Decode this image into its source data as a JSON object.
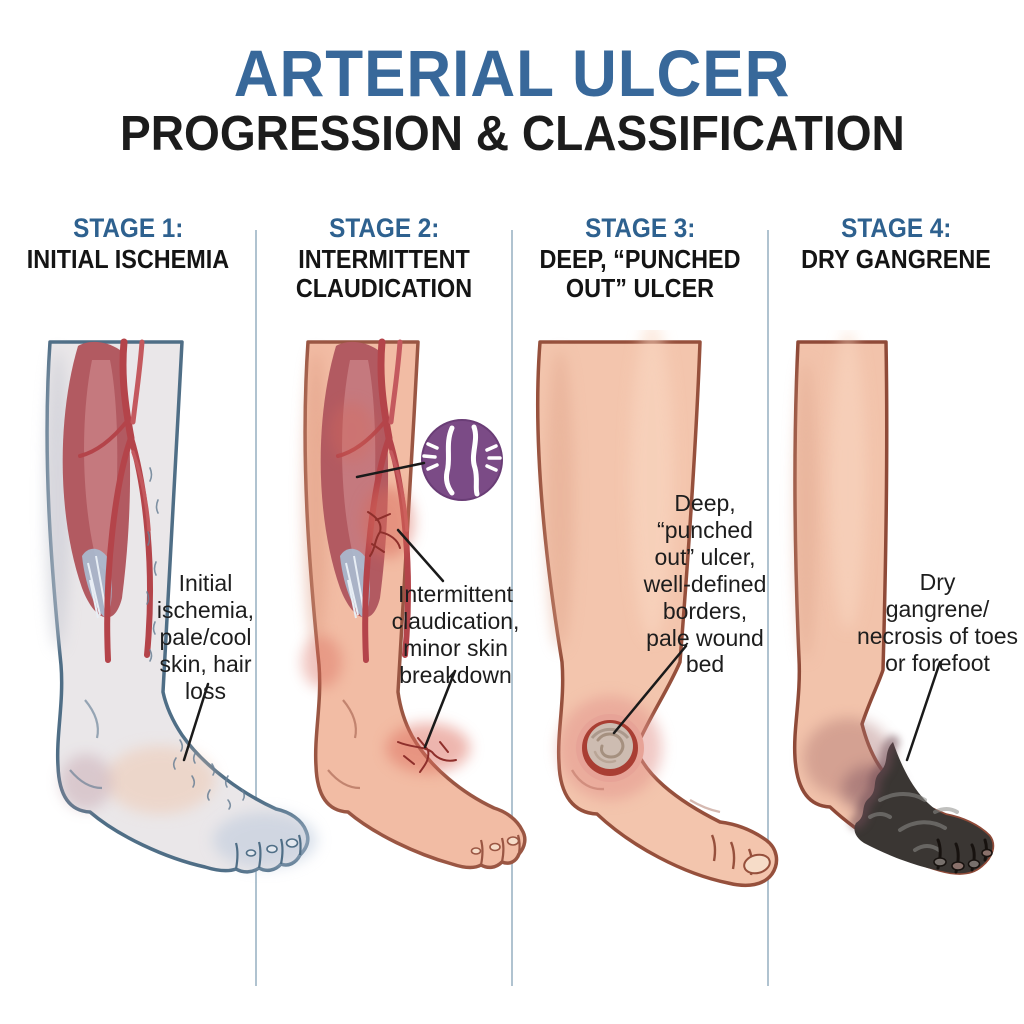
{
  "title": {
    "line1": "ARTERIAL ULCER",
    "line2": "PROGRESSION & CLASSIFICATION"
  },
  "stages": [
    {
      "label": "STAGE 1:",
      "name": "INITIAL ISCHEMIA",
      "annotation": "Initial\nischemia,\npale/cool\nskin, hair\nloss",
      "illustration": "pale-ischemic-leg-with-visible-muscle-and-arteries"
    },
    {
      "label": "STAGE 2:",
      "name": "INTERMITTENT\nCLAUDICATION",
      "annotation": "Intermittent\nclaudication,\nminor skin\nbreakdown",
      "illustration": "leg-with-claudication-and-minor-skin-breakdown",
      "icon": {
        "name": "claudication-pain-legs-icon",
        "color": "#7B4B86"
      }
    },
    {
      "label": "STAGE 3:",
      "name": "DEEP, “PUNCHED\nOUT” ULCER",
      "annotation": "Deep,\n“punched\nout” ulcer,\nwell-defined\nborders,\npale wound\nbed",
      "illustration": "leg-with-deep-punched-out-ankle-ulcer"
    },
    {
      "label": "STAGE 4:",
      "name": "DRY GANGRENE",
      "annotation": "Dry\ngangrene/\nnecrosis of toes\nor forefoot",
      "illustration": "leg-with-black-necrotic-forefoot-and-toes"
    }
  ],
  "colors": {
    "title_blue": "#38689A",
    "stage_label_blue": "#2E618F",
    "heading_dark": "#1c1c1c",
    "divider": "#B0C3D0",
    "pale_ischemic_skin": "#EAE7E9",
    "normal_skin": "#F2C2A9",
    "muscle_red": "#B25A61",
    "artery_red": "#B4444A",
    "claudication_icon_purple": "#7B4B86",
    "ulcer_rim_red": "#A93E33",
    "ulcer_bed_pale": "#CDBCB1",
    "necrosis_black": "#3A3633"
  }
}
